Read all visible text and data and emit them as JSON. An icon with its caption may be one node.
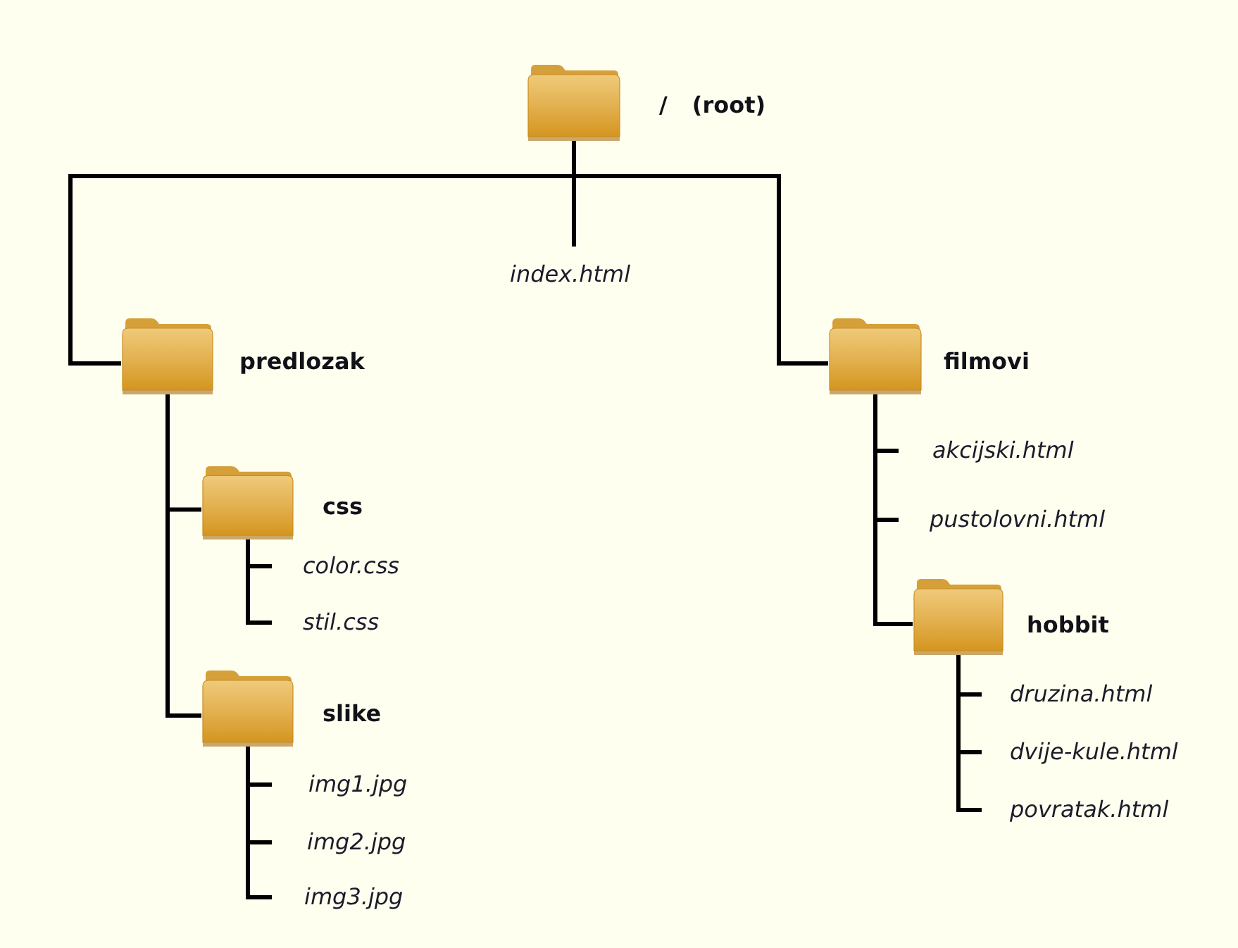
{
  "diagram": {
    "nodes": [
      {
        "text": [],
        "shape": "picture",
        "beside": [
          "/ (root)"
        ]
      },
      {
        "text": [
          "index.html"
        ]
      },
      {
        "text": [],
        "shape": "picture",
        "beside": [
          "predlozak"
        ]
      },
      {
        "text": [],
        "shape": "picture",
        "beside": [
          "css"
        ]
      },
      {
        "text": [
          "color.css"
        ]
      },
      {
        "text": [
          "stil.css"
        ]
      },
      {
        "text": [],
        "shape": "picture",
        "beside": [
          "slike"
        ]
      },
      {
        "text": [
          "img1.jpg"
        ]
      },
      {
        "text": [
          "img2.jpg"
        ]
      },
      {
        "text": [
          "img3.jpg"
        ]
      },
      {
        "text": [],
        "shape": "picture",
        "beside": [
          "filmovi"
        ]
      },
      {
        "text": [
          "akcijski.html"
        ]
      },
      {
        "text": [
          "pustolovni.html"
        ]
      },
      {
        "text": [],
        "shape": "picture",
        "beside": [
          "hobbit"
        ]
      },
      {
        "text": [
          "druzina.html"
        ]
      },
      {
        "text": [
          "dvije-kule.html"
        ]
      },
      {
        "text": [
          "povratak.html"
        ]
      }
    ],
    "edges": [
      {
        "from": 0,
        "to": 1,
        "arrow": "none"
      },
      {
        "from": 0,
        "to": 2,
        "arrow": "none"
      },
      {
        "from": 0,
        "to": 10,
        "arrow": "none"
      },
      {
        "from": 2,
        "to": 3,
        "arrow": "none"
      },
      {
        "from": 2,
        "to": 6,
        "arrow": "none"
      },
      {
        "from": 3,
        "to": 4,
        "arrow": "none"
      },
      {
        "from": 3,
        "to": 5,
        "arrow": "none"
      },
      {
        "from": 6,
        "to": 7,
        "arrow": "none"
      },
      {
        "from": 6,
        "to": 8,
        "arrow": "none"
      },
      {
        "from": 6,
        "to": 9,
        "arrow": "none"
      },
      {
        "from": 10,
        "to": 11,
        "arrow": "none"
      },
      {
        "from": 10,
        "to": 12,
        "arrow": "none"
      },
      {
        "from": 10,
        "to": 13,
        "arrow": "none"
      },
      {
        "from": 13,
        "to": 14,
        "arrow": "none"
      },
      {
        "from": 13,
        "to": 15,
        "arrow": "none"
      },
      {
        "from": 13,
        "to": 16,
        "arrow": "none"
      }
    ]
  }
}
